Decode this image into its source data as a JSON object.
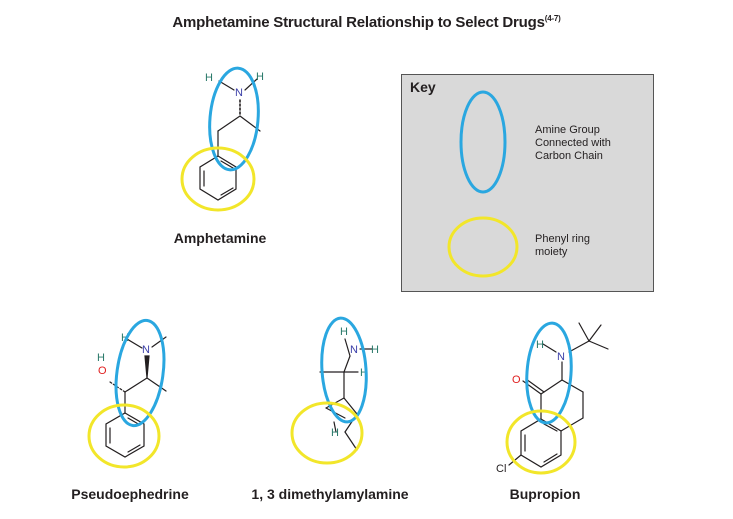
{
  "title": {
    "text": "Amphetamine Structural Relationship to Select Drugs",
    "ref": "(4-7)"
  },
  "key": {
    "heading": "Key",
    "amine_label_lines": [
      "Amine Group",
      "Connected with",
      "Carbon Chain"
    ],
    "phenyl_label_lines": [
      "Phenyl ring",
      "moiety"
    ]
  },
  "drugs": {
    "amphetamine": "Amphetamine",
    "pseudoephedrine": "Pseudoephedrine",
    "dmaa": "1, 3 dimethylamylamine",
    "bupropion": "Bupropion"
  },
  "atoms": {
    "H": "H",
    "N": "N",
    "O": "O",
    "Cl": "Cl"
  },
  "colors": {
    "amine_ellipse": "#2aa7e0",
    "phenyl_ellipse": "#f2e62a",
    "nitrogen": "#3b3fa8",
    "oxygen": "#e02020",
    "hydrogen": "#2a7a6a",
    "bond": "#231f20",
    "key_background": "#d9d9d9"
  }
}
